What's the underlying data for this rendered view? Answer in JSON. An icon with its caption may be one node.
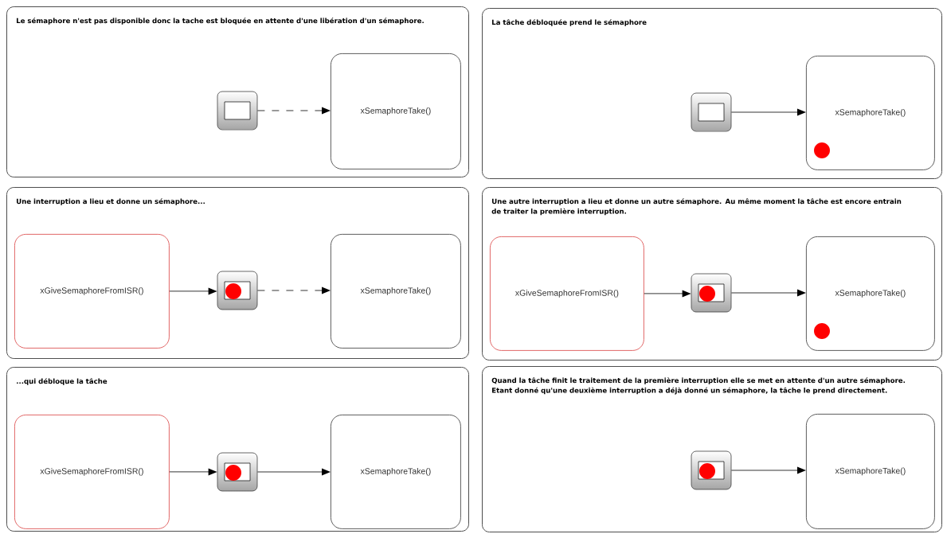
{
  "diagram": {
    "nodes": [
      {
        "text": [
          "Le sémaphore n'est pas disponible donc la tache est bloquée en attente d'une libération d'un sémaphore."
        ]
      },
      {
        "text": [],
        "shape": "box",
        "in": 0
      },
      {
        "text": [
          "xSemaphoreTake()"
        ],
        "in": 0
      },
      {
        "text": [
          "Une interruption a lieu et donne un sémaphore..."
        ]
      },
      {
        "text": [
          "xGiveSemaphoreFromISR()"
        ],
        "in": 3
      },
      {
        "text": [],
        "shape": "box",
        "in": 3
      },
      {
        "text": [],
        "shape": "circle",
        "in": 5
      },
      {
        "text": [
          "xSemaphoreTake()"
        ],
        "in": 3
      },
      {
        "text": [
          "...qui débloque la tâche"
        ]
      },
      {
        "text": [
          "xGiveSemaphoreFromISR()"
        ],
        "in": 8
      },
      {
        "text": [],
        "shape": "box",
        "in": 8
      },
      {
        "text": [],
        "shape": "circle",
        "in": 10
      },
      {
        "text": [
          "xSemaphoreTake()"
        ],
        "in": 8
      },
      {
        "text": [
          "La tâche débloquée prend le sémaphore"
        ]
      },
      {
        "text": [],
        "shape": "box",
        "in": 13
      },
      {
        "text": [
          "xSemaphoreTake()"
        ],
        "in": 13
      },
      {
        "text": [],
        "shape": "circle",
        "in": 15
      },
      {
        "text": [
          "Une autre interruption a lieu et donne un autre sémaphore. Au même moment la tâche est encore entrain de traiter la première interruption."
        ]
      },
      {
        "text": [
          "xGiveSemaphoreFromISR()"
        ],
        "in": 17
      },
      {
        "text": [],
        "shape": "box",
        "in": 17
      },
      {
        "text": [],
        "shape": "circle",
        "in": 19
      },
      {
        "text": [
          "xSemaphoreTake()"
        ],
        "in": 17
      },
      {
        "text": [],
        "shape": "circle",
        "in": 21
      },
      {
        "text": [
          "Quand la tâche finit le traitement de la première interruption elle se met en attente d'un autre sémaphore. Etant donné qu'une deuxième interruption a déjà donné un sémaphore, la tâche le prend directement."
        ]
      },
      {
        "text": [],
        "shape": "box",
        "in": 23
      },
      {
        "text": [],
        "shape": "circle",
        "in": 24
      },
      {
        "text": [
          "xSemaphoreTake()"
        ],
        "in": 23
      }
    ],
    "edges": [
      {
        "from": 1,
        "to": 2,
        "arrow": "to",
        "style": "dashed"
      },
      {
        "from": 4,
        "to": 5,
        "arrow": "to"
      },
      {
        "from": 5,
        "to": 7,
        "arrow": "to",
        "style": "dashed"
      },
      {
        "from": 9,
        "to": 10,
        "arrow": "to"
      },
      {
        "from": 10,
        "to": 12,
        "arrow": "to"
      },
      {
        "from": 14,
        "to": 15,
        "arrow": "to"
      },
      {
        "from": 18,
        "to": 19,
        "arrow": "to"
      },
      {
        "from": 19,
        "to": 21,
        "arrow": "to"
      },
      {
        "from": 24,
        "to": 26,
        "arrow": "to"
      }
    ]
  }
}
